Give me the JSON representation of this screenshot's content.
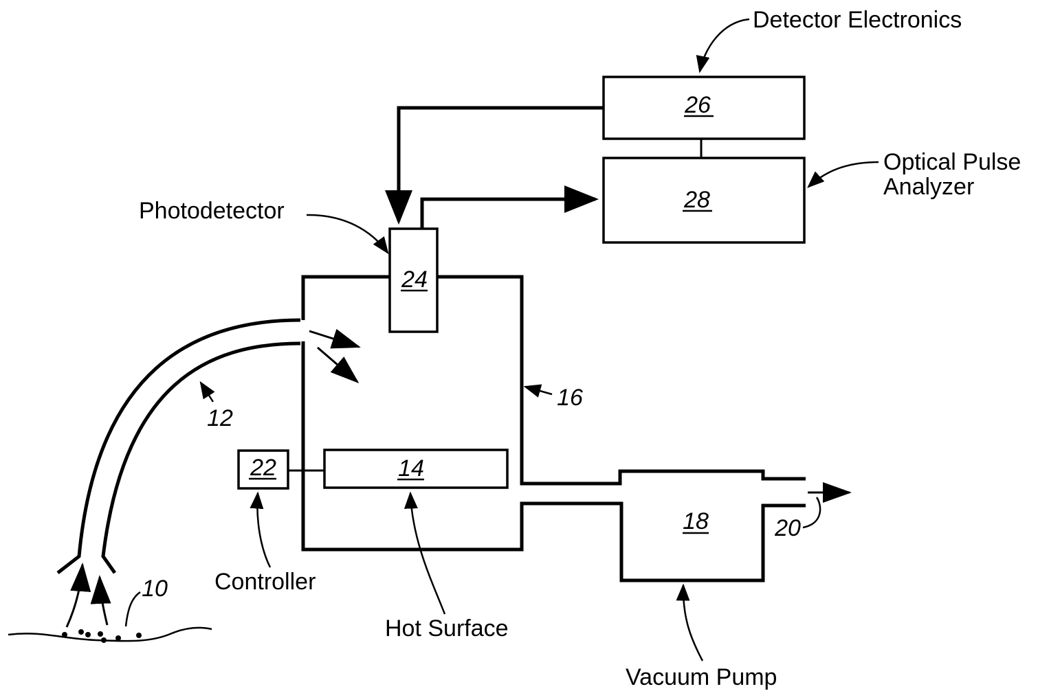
{
  "labels": {
    "detector_electronics": "Detector Electronics",
    "optical_pulse_analyzer_line1": "Optical Pulse",
    "optical_pulse_analyzer_line2": "Analyzer",
    "photodetector": "Photodetector",
    "controller": "Controller",
    "hot_surface": "Hot Surface",
    "vacuum_pump": "Vacuum Pump"
  },
  "refs": {
    "sample_source": "10",
    "sampling_tube": "12",
    "hot_surface": "14",
    "chamber": "16",
    "vacuum_pump": "18",
    "exhaust": "20",
    "controller": "22",
    "photodetector": "24",
    "detector_electronics": "26",
    "optical_pulse_analyzer": "28"
  },
  "colors": {
    "ink": "#000000",
    "paper": "#ffffff"
  }
}
